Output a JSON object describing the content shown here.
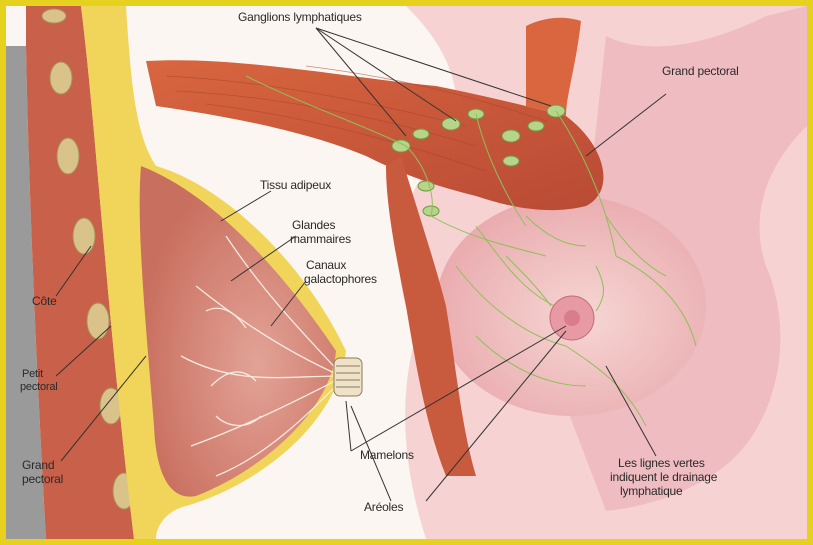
{
  "diagram": {
    "labels": {
      "ganglions": "Ganglions lymphatiques",
      "grand_pectoral_right": "Grand pectoral",
      "tissu_adipeux": "Tissu adipeux",
      "glandes_line1": "Glandes",
      "glandes_line2": "mammaires",
      "canaux_line1": "Canaux",
      "canaux_line2": "galactophores",
      "cote": "Côte",
      "petit_line1": "Petit",
      "petit_line2": "pectoral",
      "grand_left_line1": "Grand",
      "grand_left_line2": "pectoral",
      "mamelons": "Mamelons",
      "areoles": "Aréoles",
      "lignes_line1": "Les lignes vertes",
      "lignes_line2": "indiquent le drainage",
      "lignes_line3": "lymphatique"
    },
    "colors": {
      "frame": "#e6d21e",
      "muscle": "#c8553a",
      "fat": "#f1d55a",
      "gland": "#d68a78",
      "lymph": "#8fbf5a",
      "skin": "#f3c8cc"
    }
  }
}
